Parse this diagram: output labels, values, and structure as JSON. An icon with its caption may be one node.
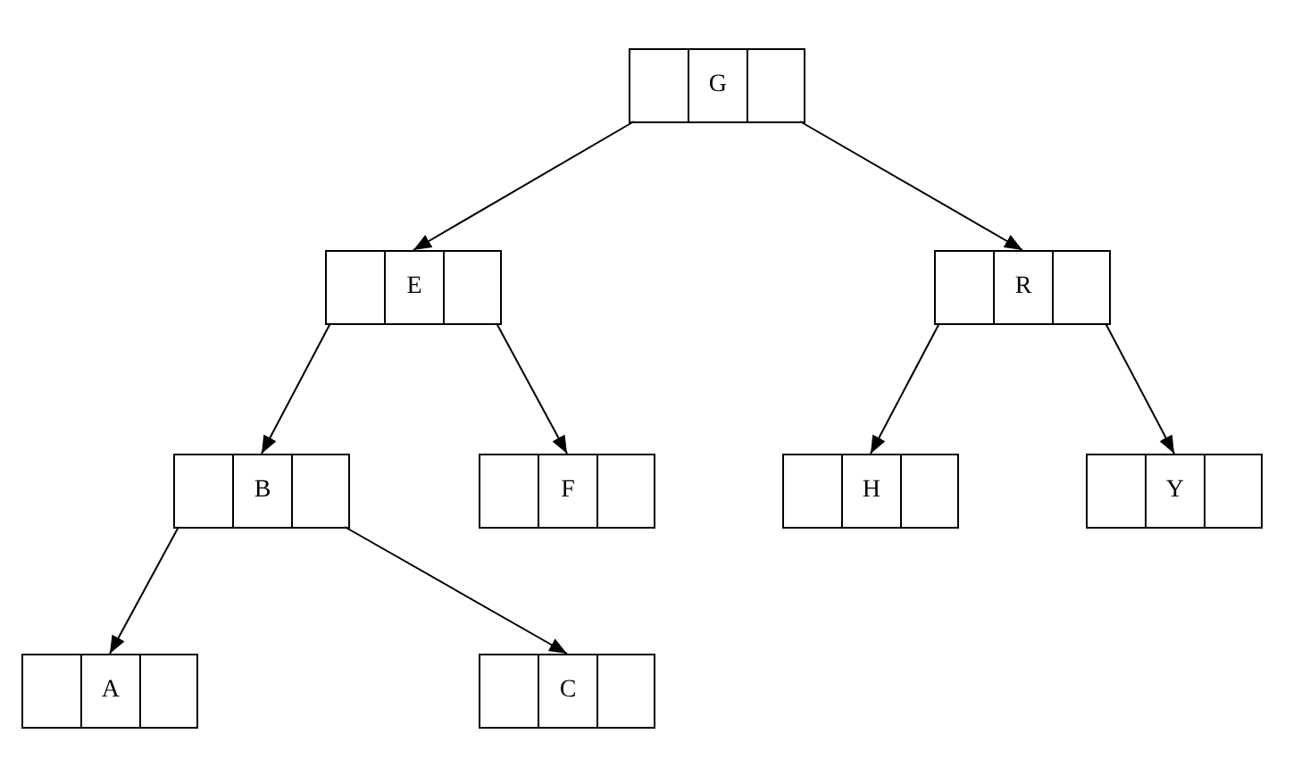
{
  "diagram": {
    "nodes": [
      {
        "text": [
          "G"
        ]
      },
      {
        "text": [
          "E"
        ]
      },
      {
        "text": [
          "R"
        ]
      },
      {
        "text": [
          "B"
        ]
      },
      {
        "text": [
          "F"
        ]
      },
      {
        "text": [
          "H"
        ]
      },
      {
        "text": [
          "Y"
        ]
      },
      {
        "text": [
          "A"
        ]
      },
      {
        "text": [
          "C"
        ]
      }
    ],
    "edges": [
      {
        "from": 0,
        "to": 1,
        "arrow": "to"
      },
      {
        "from": 0,
        "to": 2,
        "arrow": "to"
      },
      {
        "from": 1,
        "to": 3,
        "arrow": "to"
      },
      {
        "from": 1,
        "to": 4,
        "arrow": "to"
      },
      {
        "from": 2,
        "to": 5,
        "arrow": "to"
      },
      {
        "from": 2,
        "to": 6,
        "arrow": "to"
      },
      {
        "from": 3,
        "to": 7,
        "arrow": "to"
      },
      {
        "from": 3,
        "to": 8,
        "arrow": "to"
      }
    ]
  }
}
